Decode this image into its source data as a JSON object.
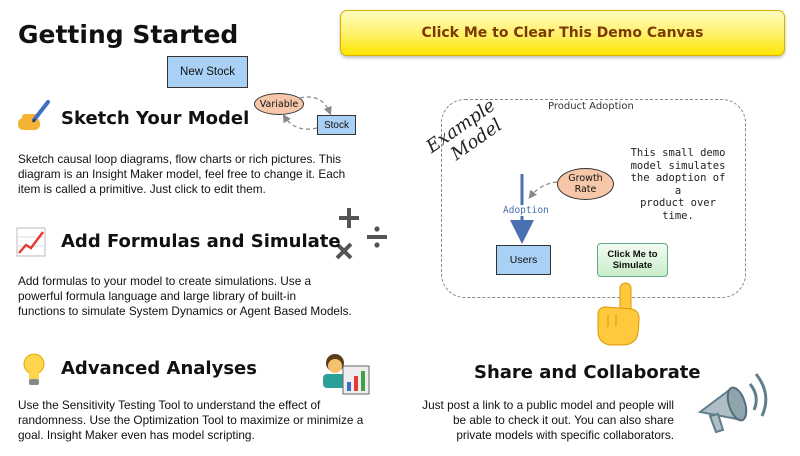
{
  "page": {
    "title": "Getting Started"
  },
  "clear_button": {
    "label": "Click Me to Clear This Demo Canvas"
  },
  "sketch_diagram": {
    "new_stock": "New Stock",
    "variable": "Variable",
    "stock": "Stock"
  },
  "sections": {
    "sketch": {
      "title": "Sketch Your Model",
      "icon": "writing-hand-icon",
      "body": [
        "Sketch causal loop diagrams, flow charts or rich pictures. This",
        "diagram is an Insight Maker model, feel free to change it. Each",
        "item is called a primitive. Just click to edit them."
      ]
    },
    "formulas": {
      "title": "Add Formulas and Simulate",
      "icon": "chart-increasing-icon",
      "body": [
        "Add formulas to your model to create simulations. Use a",
        "powerful formula language and large library of built-in",
        "functions to simulate System Dynamics or Agent Based Models."
      ]
    },
    "analyses": {
      "title": "Advanced Analyses",
      "icon": "light-bulb-icon",
      "body": [
        "Use the Sensitivity Testing Tool to understand the effect of",
        "randomness. Use the Optimization Tool to maximize or minimize a",
        "goal. Insight Maker even has model scripting."
      ]
    },
    "share": {
      "title": "Share and Collaborate",
      "icon": "loudspeaker-icon",
      "body": [
        "Just post a link to a public model and people will",
        "be able to check it out. You can also share",
        "private models with specific collaborators."
      ]
    }
  },
  "demo_model": {
    "folder_label": "Product Adoption",
    "example_label": [
      "Example",
      "Model"
    ],
    "description": [
      "This small demo",
      "model simulates",
      "the adoption of a",
      "product over time."
    ],
    "growth_rate": [
      "Growth",
      "Rate"
    ],
    "adoption_flow": "Adoption",
    "users_stock": "Users",
    "simulate_button": [
      "Click Me to",
      "Simulate"
    ]
  },
  "icons": {
    "math_ops": "math-operators-icon",
    "pointing": "pointing-up-hand-icon",
    "technologist": "technologist-icon"
  },
  "colors": {
    "stock_fill": "#a9d0f5",
    "variable_fill": "#f6c7a8",
    "button_yellow": "#fff067",
    "flow_blue": "#4a6fb3"
  }
}
